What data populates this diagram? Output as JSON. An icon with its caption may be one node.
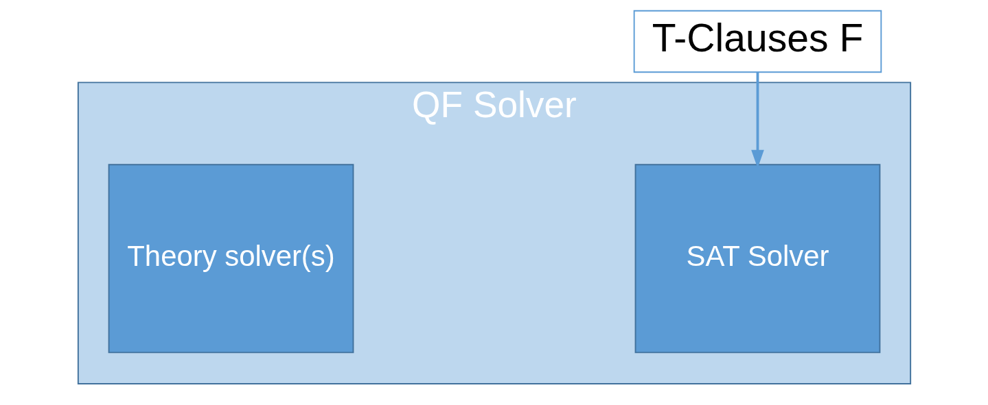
{
  "diagram": {
    "nodes": [
      {
        "text": [
          "T-Clauses F"
        ]
      },
      {
        "text": [
          "QF Solver"
        ]
      },
      {
        "text": [
          "SAT Solver"
        ],
        "in": 1
      },
      {
        "text": [
          "Theory solver(s)"
        ],
        "in": 1
      }
    ],
    "edges": [
      {
        "from": 0,
        "to": 2,
        "arrow": "to"
      }
    ]
  }
}
